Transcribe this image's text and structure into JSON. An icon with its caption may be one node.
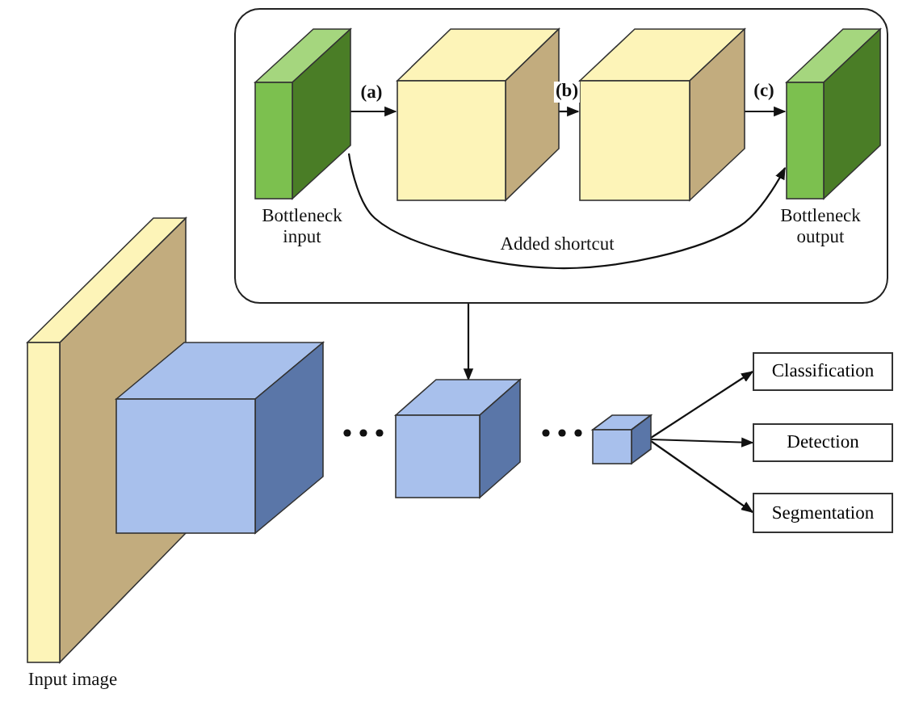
{
  "diagram": {
    "nodes": [
      {
        "text": [],
        "shape": "box"
      },
      {
        "text": [
          "Bottleneck input"
        ],
        "in": 0
      },
      {
        "text": [],
        "shape": "box",
        "in": 0
      },
      {
        "text": [],
        "shape": "box",
        "in": 0
      },
      {
        "text": [
          "Bottleneck output"
        ],
        "in": 0
      },
      {
        "text": [
          "Input image"
        ]
      },
      {
        "text": [],
        "shape": "box"
      },
      {
        "text": [],
        "shape": "box"
      },
      {
        "text": [],
        "shape": "box"
      },
      {
        "text": [
          "Classification"
        ]
      },
      {
        "text": [
          "Detection"
        ]
      },
      {
        "text": [
          "Segmentation"
        ]
      }
    ],
    "edges": [
      {
        "from": 1,
        "to": 2,
        "arrow": "to",
        "label": "(a)"
      },
      {
        "from": 2,
        "to": 3,
        "arrow": "to",
        "label": "(b)"
      },
      {
        "from": 3,
        "to": 4,
        "arrow": "to",
        "label": "(c)"
      },
      {
        "from": 1,
        "to": 4,
        "arrow": "to",
        "label": "Added shortcut"
      },
      {
        "from": 0,
        "to": 7,
        "arrow": "to"
      },
      {
        "from": 8,
        "to": 9,
        "arrow": "to"
      },
      {
        "from": 8,
        "to": 10,
        "arrow": "to"
      },
      {
        "from": 8,
        "to": 11,
        "arrow": "to"
      }
    ]
  }
}
